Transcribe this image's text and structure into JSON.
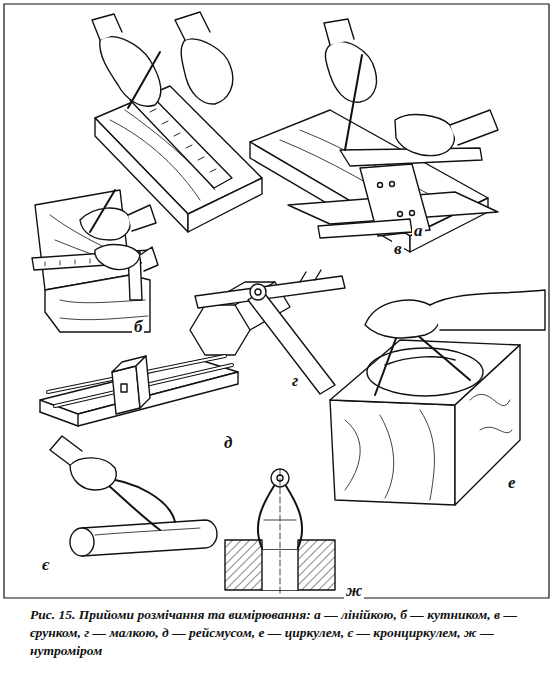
{
  "diagram": {
    "caption": "Рис. 15. Прийоми розмічання та вимірювання: а — лінійкою, б — кутником, в — єрунком, г — малкою, д — рейсмусом, е — циркулем, є — кронциркулем, ж — нутроміром",
    "labels": [
      "а",
      "б",
      "в",
      "г",
      "д",
      "е",
      "є",
      "ж"
    ]
  }
}
